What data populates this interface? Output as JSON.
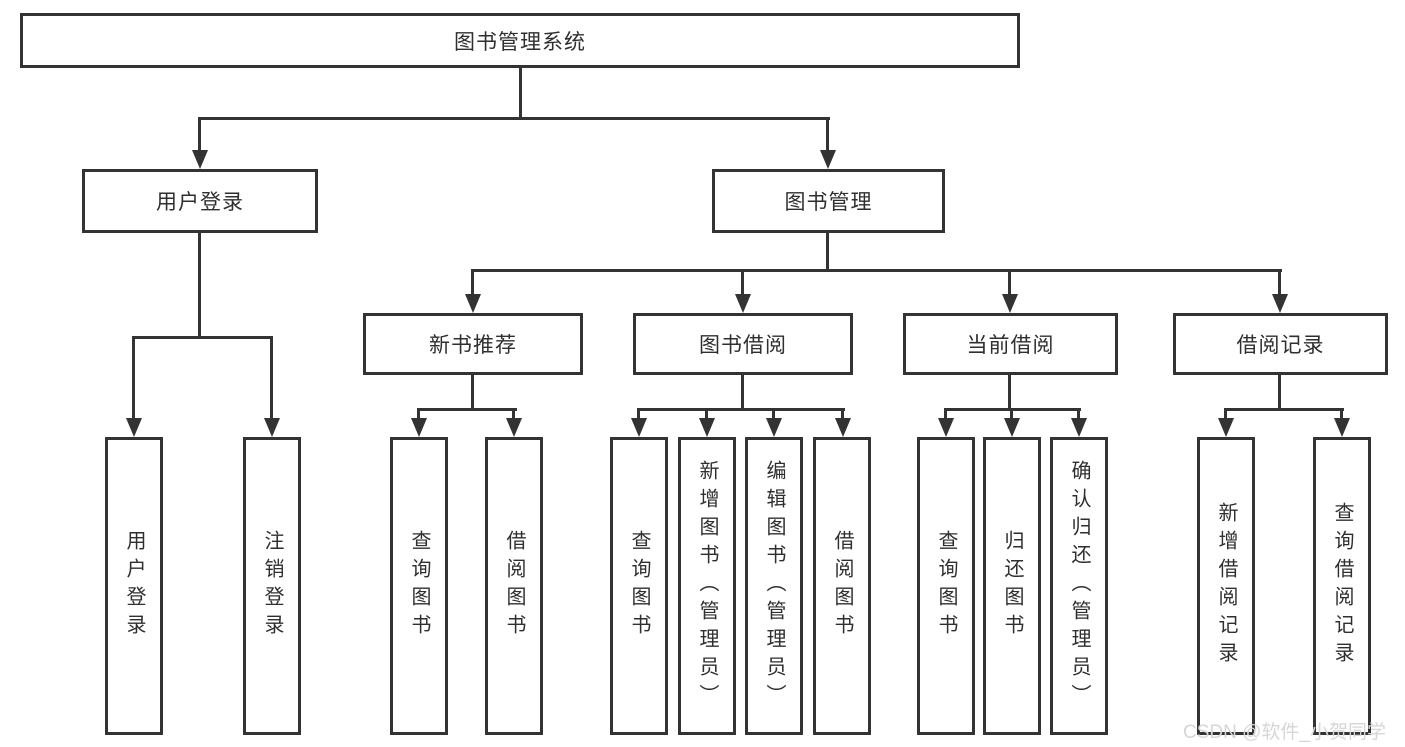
{
  "diagram": {
    "root": "图书管理系统",
    "level2": {
      "login": "用户登录",
      "mgmt": "图书管理"
    },
    "level3": [
      "新书推荐",
      "图书借阅",
      "当前借阅",
      "借阅记录"
    ],
    "leaves": {
      "login": [
        "用户登录",
        "注销登录"
      ],
      "newbook": [
        "查询图书",
        "借阅图书"
      ],
      "borrow": [
        "查询图书",
        "新增图书（管理员）",
        "编辑图书（管理员）",
        "借阅图书"
      ],
      "current": [
        "查询图书",
        "归还图书",
        "确认归还（管理员）"
      ],
      "record": [
        "新增借阅记录",
        "查询借阅记录"
      ]
    }
  },
  "watermark": "CSDN @软件_小贺同学",
  "colors": {
    "line": "#333333",
    "text": "#2f2f2f",
    "watermark": "#d6d6d6",
    "background": "#ffffff"
  }
}
